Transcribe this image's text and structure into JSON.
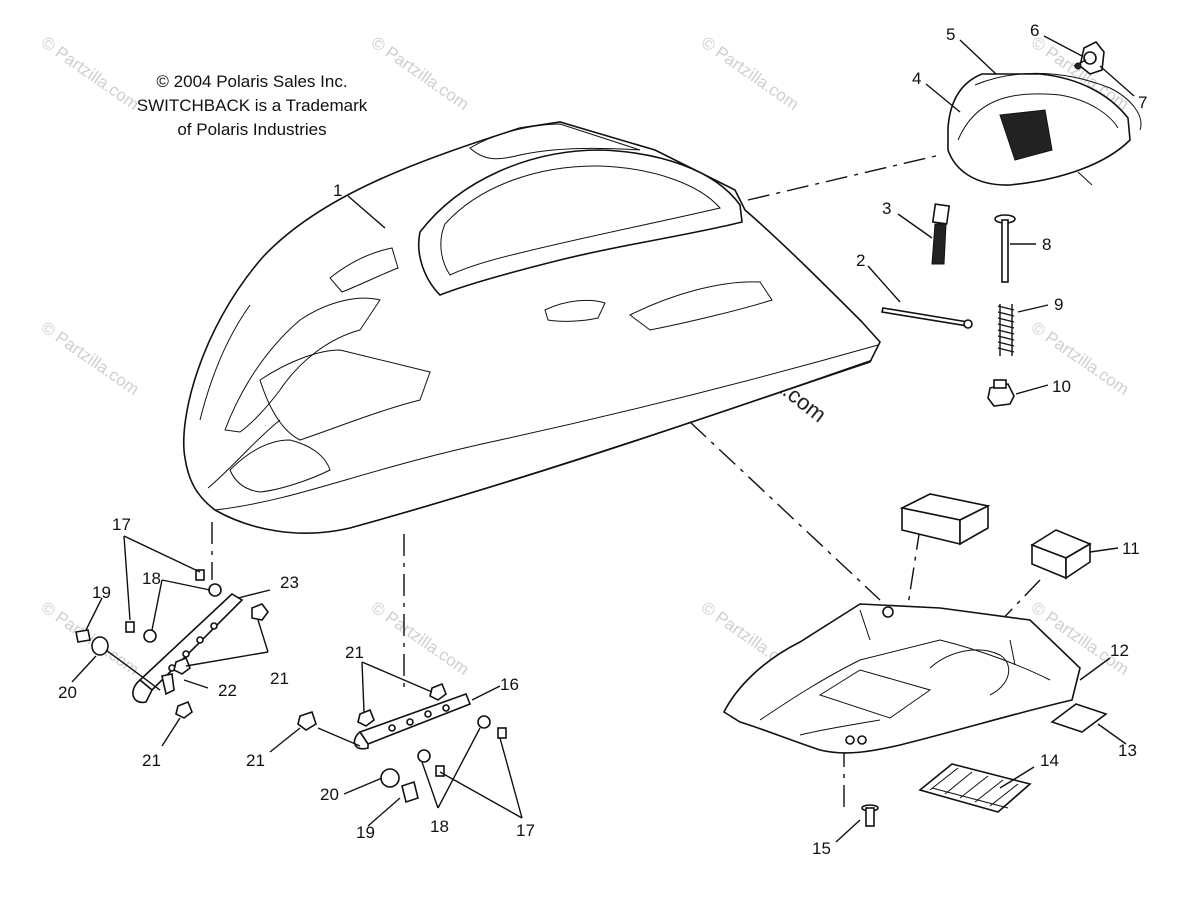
{
  "notice": {
    "line1": "© 2004 Polaris Sales Inc.",
    "line2": "SWITCHBACK is a Trademark",
    "line3": "of Polaris Industries"
  },
  "watermark": {
    "center_text": "© Partzilla.com",
    "tile_text": "© Partzilla.com"
  },
  "callouts": [
    {
      "id": "1",
      "label": "1"
    },
    {
      "id": "2",
      "label": "2"
    },
    {
      "id": "3",
      "label": "3"
    },
    {
      "id": "4",
      "label": "4"
    },
    {
      "id": "5",
      "label": "5"
    },
    {
      "id": "6",
      "label": "6"
    },
    {
      "id": "7",
      "label": "7"
    },
    {
      "id": "8",
      "label": "8"
    },
    {
      "id": "9",
      "label": "9"
    },
    {
      "id": "10",
      "label": "10"
    },
    {
      "id": "11",
      "label": "11"
    },
    {
      "id": "12",
      "label": "12"
    },
    {
      "id": "13",
      "label": "13"
    },
    {
      "id": "14",
      "label": "14"
    },
    {
      "id": "15",
      "label": "15"
    },
    {
      "id": "16",
      "label": "16"
    },
    {
      "id": "17a",
      "label": "17"
    },
    {
      "id": "17b",
      "label": "17"
    },
    {
      "id": "18a",
      "label": "18"
    },
    {
      "id": "18b",
      "label": "18"
    },
    {
      "id": "19a",
      "label": "19"
    },
    {
      "id": "19b",
      "label": "19"
    },
    {
      "id": "20a",
      "label": "20"
    },
    {
      "id": "20b",
      "label": "20"
    },
    {
      "id": "21a",
      "label": "21"
    },
    {
      "id": "21b",
      "label": "21"
    },
    {
      "id": "21c",
      "label": "21"
    },
    {
      "id": "21d",
      "label": "21"
    },
    {
      "id": "22",
      "label": "22"
    },
    {
      "id": "23",
      "label": "23"
    }
  ]
}
